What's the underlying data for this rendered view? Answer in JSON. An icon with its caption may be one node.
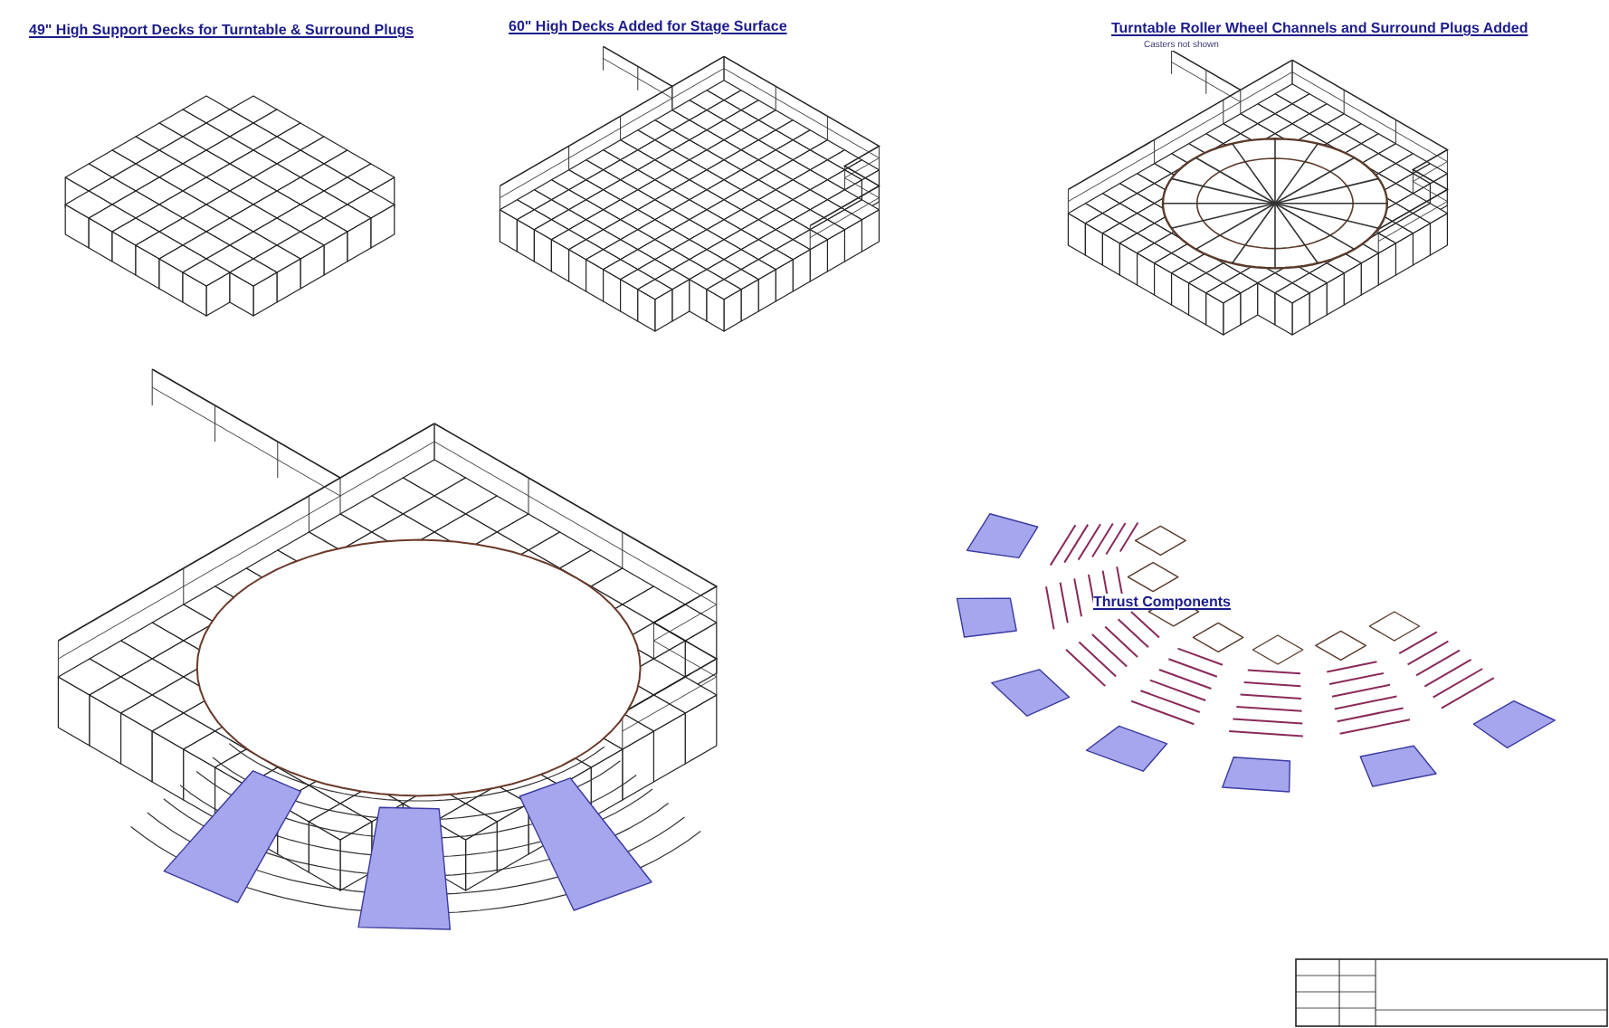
{
  "diagram": {
    "labels": [
      "49\" High Support Decks for Turntable & Surround Plugs",
      "60\" High Decks Added for Stage Surface",
      "Turntable Roller Wheel Channels and Surround Plugs Added",
      "Casters not shown",
      "Thrust Components"
    ]
  }
}
